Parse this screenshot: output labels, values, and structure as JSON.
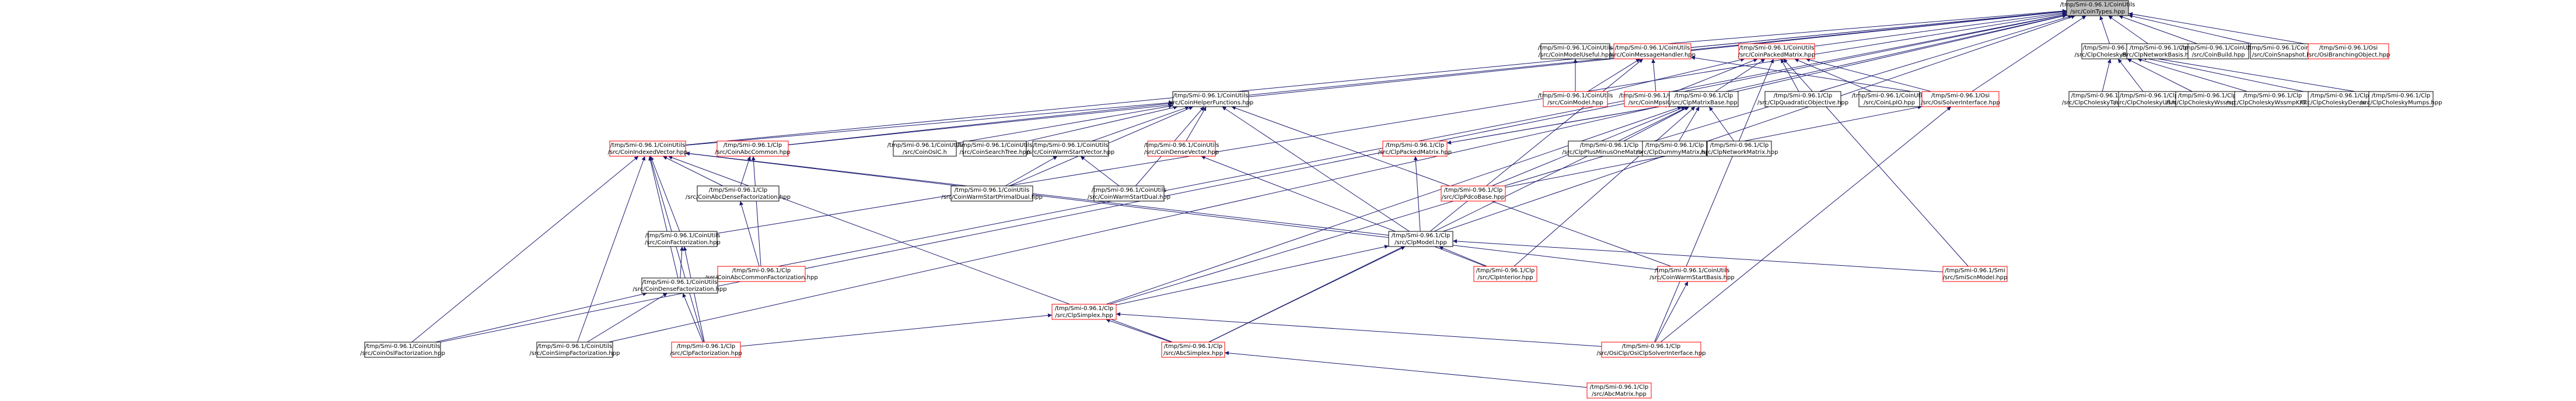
{
  "colors": {
    "node_fill": "#ffffff",
    "root_fill": "#bfbfbf",
    "border_plain": "#000000",
    "border_red": "#ff0000",
    "edge": "#191970"
  },
  "nodes": [
    {
      "id": "root",
      "l1": "/tmp/Smi-0.96.1/CoinUtils",
      "l2": "/src/CoinTypes.hpp",
      "style": "root"
    },
    {
      "id": "cmu",
      "l1": "/tmp/Smi-0.96.1/CoinUtils",
      "l2": "/src/CoinModelUseful.hpp",
      "style": "plain"
    },
    {
      "id": "cmh",
      "l1": "/tmp/Smi-0.96.1/CoinUtils",
      "l2": "/src/CoinMessageHandler.hpp",
      "style": "red"
    },
    {
      "id": "cpm",
      "l1": "/tmp/Smi-0.96.1/CoinUtils",
      "l2": "/src/CoinPackedMatrix.hpp",
      "style": "red"
    },
    {
      "id": "ccb",
      "l1": "/tmp/Smi-0.96.1/Clp",
      "l2": "/src/ClpCholeskyBase.hpp",
      "style": "plain"
    },
    {
      "id": "cnb",
      "l1": "/tmp/Smi-0.96.1/Clp",
      "l2": "/src/ClpNetworkBasis.hpp",
      "style": "plain"
    },
    {
      "id": "cbd",
      "l1": "/tmp/Smi-0.96.1/CoinUtils",
      "l2": "/src/CoinBuild.hpp",
      "style": "plain"
    },
    {
      "id": "csn",
      "l1": "/tmp/Smi-0.96.1/CoinUtils",
      "l2": "/src/CoinSnapshot.hpp",
      "style": "plain"
    },
    {
      "id": "obo",
      "l1": "/tmp/Smi-0.96.1/Osi",
      "l2": "/src/OsiBranchingObject.hpp",
      "style": "red"
    },
    {
      "id": "chf",
      "l1": "/tmp/Smi-0.96.1/CoinUtils",
      "l2": "/src/CoinHelperFunctions.hpp",
      "style": "plain"
    },
    {
      "id": "cmo",
      "l1": "/tmp/Smi-0.96.1/CoinUtils",
      "l2": "/src/CoinModel.hpp",
      "style": "red"
    },
    {
      "id": "cmi",
      "l1": "/tmp/Smi-0.96.1/CoinUtils",
      "l2": "/src/CoinMpsIO.hpp",
      "style": "red"
    },
    {
      "id": "cmb",
      "l1": "/tmp/Smi-0.96.1/Clp",
      "l2": "/src/ClpMatrixBase.hpp",
      "style": "plain"
    },
    {
      "id": "cqo",
      "l1": "/tmp/Smi-0.96.1/Clp",
      "l2": "/src/ClpQuadraticObjective.hpp",
      "style": "plain"
    },
    {
      "id": "clp2",
      "l1": "/tmp/Smi-0.96.1/CoinUtils",
      "l2": "/src/CoinLpIO.hpp",
      "style": "plain"
    },
    {
      "id": "osi",
      "l1": "/tmp/Smi-0.96.1/Osi",
      "l2": "/src/OsiSolverInterface.hpp",
      "style": "red"
    },
    {
      "id": "cct",
      "l1": "/tmp/Smi-0.96.1/Clp",
      "l2": "/src/ClpCholeskyTaucs.hpp",
      "style": "plain"
    },
    {
      "id": "ccu",
      "l1": "/tmp/Smi-0.96.1/Clp",
      "l2": "/src/ClpCholeskyUfl.hpp",
      "style": "plain"
    },
    {
      "id": "ccw",
      "l1": "/tmp/Smi-0.96.1/Clp",
      "l2": "/src/ClpCholeskyWssmp.hpp",
      "style": "plain"
    },
    {
      "id": "ccwk",
      "l1": "/tmp/Smi-0.96.1/Clp",
      "l2": "/src/ClpCholeskyWssmpKKT.hpp",
      "style": "plain"
    },
    {
      "id": "ccd",
      "l1": "/tmp/Smi-0.96.1/Clp",
      "l2": "/src/ClpCholeskyDense.hpp",
      "style": "plain"
    },
    {
      "id": "ccm",
      "l1": "/tmp/Smi-0.96.1/Clp",
      "l2": "/src/ClpCholeskyMumps.hpp",
      "style": "plain"
    },
    {
      "id": "civ",
      "l1": "/tmp/Smi-0.96.1/CoinUtils",
      "l2": "/src/CoinIndexedVector.hpp",
      "style": "red"
    },
    {
      "id": "cac",
      "l1": "/tmp/Smi-0.96.1/Clp",
      "l2": "/src/CoinAbcCommon.hpp",
      "style": "red"
    },
    {
      "id": "coc",
      "l1": "/tmp/Smi-0.96.1/CoinUtils",
      "l2": "/src/CoinOslC.h",
      "style": "plain"
    },
    {
      "id": "cst",
      "l1": "/tmp/Smi-0.96.1/CoinUtils",
      "l2": "/src/CoinSearchTree.hpp",
      "style": "plain"
    },
    {
      "id": "cwsv",
      "l1": "/tmp/Smi-0.96.1/CoinUtils",
      "l2": "/src/CoinWarmStartVector.hpp",
      "style": "plain"
    },
    {
      "id": "cdv",
      "l1": "/tmp/Smi-0.96.1/CoinUtils",
      "l2": "/src/CoinDenseVector.hpp",
      "style": "red"
    },
    {
      "id": "cpmx",
      "l1": "/tmp/Smi-0.96.1/Clp",
      "l2": "/src/ClpPackedMatrix.hpp",
      "style": "red"
    },
    {
      "id": "cpom",
      "l1": "/tmp/Smi-0.96.1/Clp",
      "l2": "/src/ClpPlusMinusOneMatrix.hpp",
      "style": "plain"
    },
    {
      "id": "cdm",
      "l1": "/tmp/Smi-0.96.1/Clp",
      "l2": "/src/ClpDummyMatrix.hpp",
      "style": "plain"
    },
    {
      "id": "cnm",
      "l1": "/tmp/Smi-0.96.1/Clp",
      "l2": "/src/ClpNetworkMatrix.hpp",
      "style": "plain"
    },
    {
      "id": "cadf",
      "l1": "/tmp/Smi-0.96.1/Clp",
      "l2": "/src/CoinAbcDenseFactorization.hpp",
      "style": "plain"
    },
    {
      "id": "cwpd",
      "l1": "/tmp/Smi-0.96.1/CoinUtils",
      "l2": "/src/CoinWarmStartPrimalDual.hpp",
      "style": "plain"
    },
    {
      "id": "cwsd",
      "l1": "/tmp/Smi-0.96.1/CoinUtils",
      "l2": "/src/CoinWarmStartDual.hpp",
      "style": "plain"
    },
    {
      "id": "cpb",
      "l1": "/tmp/Smi-0.96.1/Clp",
      "l2": "/src/ClpPdcoBase.hpp",
      "style": "red"
    },
    {
      "id": "cfa",
      "l1": "/tmp/Smi-0.96.1/CoinUtils",
      "l2": "/src/CoinFactorization.hpp",
      "style": "plain"
    },
    {
      "id": "cmod",
      "l1": "/tmp/Smi-0.96.1/Clp",
      "l2": "/src/ClpModel.hpp",
      "style": "plain"
    },
    {
      "id": "cacf",
      "l1": "/tmp/Smi-0.96.1/Clp",
      "l2": "/src/CoinAbcCommonFactorization.hpp",
      "style": "red"
    },
    {
      "id": "cdf",
      "l1": "/tmp/Smi-0.96.1/CoinUtils",
      "l2": "/src/CoinDenseFactorization.hpp",
      "style": "plain"
    },
    {
      "id": "cint",
      "l1": "/tmp/Smi-0.96.1/Clp",
      "l2": "/src/ClpInterior.hpp",
      "style": "red"
    },
    {
      "id": "cwsb",
      "l1": "/tmp/Smi-0.96.1/CoinUtils",
      "l2": "/src/CoinWarmStartBasis.hpp",
      "style": "red"
    },
    {
      "id": "smi",
      "l1": "/tmp/Smi-0.96.1/Smi",
      "l2": "/src/SmiScnModel.hpp",
      "style": "red"
    },
    {
      "id": "csx",
      "l1": "/tmp/Smi-0.96.1/Clp",
      "l2": "/src/ClpSimplex.hpp",
      "style": "red"
    },
    {
      "id": "cof",
      "l1": "/tmp/Smi-0.96.1/CoinUtils",
      "l2": "/src/CoinOslFactorization.hpp",
      "style": "plain"
    },
    {
      "id": "csf",
      "l1": "/tmp/Smi-0.96.1/CoinUtils",
      "l2": "/src/CoinSimpFactorization.hpp",
      "style": "plain"
    },
    {
      "id": "cfac",
      "l1": "/tmp/Smi-0.96.1/Clp",
      "l2": "/src/ClpFactorization.hpp",
      "style": "red"
    },
    {
      "id": "asx",
      "l1": "/tmp/Smi-0.96.1/Clp",
      "l2": "/src/AbcSimplex.hpp",
      "style": "red"
    },
    {
      "id": "ocs",
      "l1": "/tmp/Smi-0.96.1/Clp",
      "l2": "/src/OsiClp/OsiClpSolverInterface.hpp",
      "style": "red"
    },
    {
      "id": "amx",
      "l1": "/tmp/Smi-0.96.1/Clp",
      "l2": "/src/AbcMatrix.hpp",
      "style": "red"
    }
  ],
  "edges": [
    [
      "root",
      "cmu"
    ],
    [
      "root",
      "cmh"
    ],
    [
      "root",
      "cpm"
    ],
    [
      "root",
      "ccb"
    ],
    [
      "root",
      "cnb"
    ],
    [
      "root",
      "cbd"
    ],
    [
      "root",
      "csn"
    ],
    [
      "root",
      "obo"
    ],
    [
      "root",
      "chf"
    ],
    [
      "root",
      "civ"
    ],
    [
      "root",
      "cmod"
    ],
    [
      "root",
      "cmb"
    ],
    [
      "root",
      "osi"
    ],
    [
      "root",
      "cfa"
    ],
    [
      "root",
      "cdf"
    ],
    [
      "root",
      "cof"
    ],
    [
      "root",
      "csf"
    ],
    [
      "root",
      "csx"
    ],
    [
      "root",
      "cac"
    ],
    [
      "cmu",
      "cmo"
    ],
    [
      "cmh",
      "cmo"
    ],
    [
      "cmh",
      "cmi"
    ],
    [
      "cmh",
      "cmod"
    ],
    [
      "cmh",
      "osi"
    ],
    [
      "cpm",
      "cmi"
    ],
    [
      "cpm",
      "cmb"
    ],
    [
      "cpm",
      "cqo"
    ],
    [
      "cpm",
      "clp2"
    ],
    [
      "cpm",
      "osi"
    ],
    [
      "cpm",
      "cmo"
    ],
    [
      "cpm",
      "ocs"
    ],
    [
      "cpm",
      "smi"
    ],
    [
      "ccb",
      "cct"
    ],
    [
      "ccb",
      "ccu"
    ],
    [
      "ccb",
      "ccw"
    ],
    [
      "ccb",
      "ccwk"
    ],
    [
      "ccb",
      "ccd"
    ],
    [
      "ccb",
      "ccm"
    ],
    [
      "chf",
      "civ"
    ],
    [
      "chf",
      "cac"
    ],
    [
      "chf",
      "coc"
    ],
    [
      "chf",
      "cst"
    ],
    [
      "chf",
      "cwsv"
    ],
    [
      "chf",
      "cdv"
    ],
    [
      "chf",
      "cwpd"
    ],
    [
      "chf",
      "cwsd"
    ],
    [
      "chf",
      "cmod"
    ],
    [
      "chf",
      "cwsb"
    ],
    [
      "cmb",
      "cpmx"
    ],
    [
      "cmb",
      "cpom"
    ],
    [
      "cmb",
      "cdm"
    ],
    [
      "cmb",
      "cnm"
    ],
    [
      "cmb",
      "csx"
    ],
    [
      "cmb",
      "cint"
    ],
    [
      "cmb",
      "cpb"
    ],
    [
      "cmb",
      "asx"
    ],
    [
      "osi",
      "ocs"
    ],
    [
      "osi",
      "cpb"
    ],
    [
      "civ",
      "cfa"
    ],
    [
      "civ",
      "cadf"
    ],
    [
      "civ",
      "cdf"
    ],
    [
      "civ",
      "cof"
    ],
    [
      "civ",
      "csf"
    ],
    [
      "civ",
      "cfac"
    ],
    [
      "civ",
      "cwsb"
    ],
    [
      "civ",
      "asx"
    ],
    [
      "civ",
      "cmod"
    ],
    [
      "cac",
      "cadf"
    ],
    [
      "cac",
      "cacf"
    ],
    [
      "cwsv",
      "cwpd"
    ],
    [
      "cwsv",
      "cwsd"
    ],
    [
      "cdv",
      "cint"
    ],
    [
      "cpmx",
      "cmod"
    ],
    [
      "cpmx",
      "cmb"
    ],
    [
      "cadf",
      "cacf"
    ],
    [
      "cfa",
      "cdf"
    ],
    [
      "cfa",
      "cfac"
    ],
    [
      "cmod",
      "csx"
    ],
    [
      "cmod",
      "cint"
    ],
    [
      "cmod",
      "asx"
    ],
    [
      "cmod",
      "smi"
    ],
    [
      "cdf",
      "cof"
    ],
    [
      "cdf",
      "csf"
    ],
    [
      "cdf",
      "cfac"
    ],
    [
      "csx",
      "cfac"
    ],
    [
      "csx",
      "asx"
    ],
    [
      "csx",
      "ocs"
    ],
    [
      "cwsb",
      "ocs"
    ],
    [
      "asx",
      "amx"
    ]
  ]
}
